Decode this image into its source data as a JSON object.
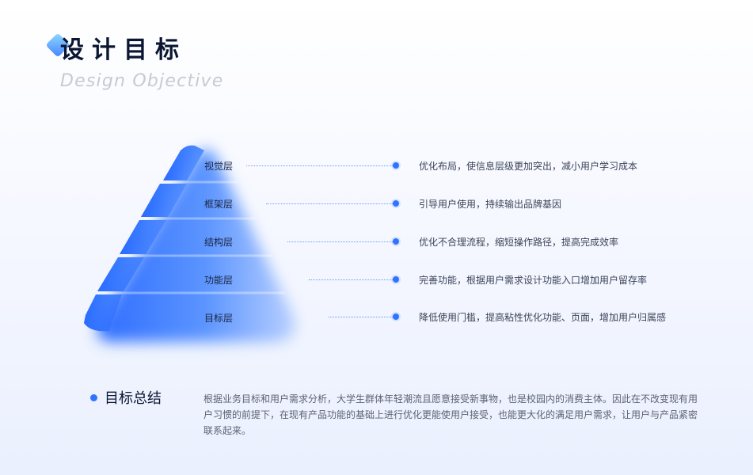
{
  "header": {
    "title": "设计目标",
    "subtitle": "Design Objective"
  },
  "colors": {
    "primary": "#2f74ff",
    "title": "#0b1633",
    "subtitle": "#c5cad3",
    "body_text": "#3b4458"
  },
  "pyramid": {
    "layers": [
      {
        "label": "视觉层",
        "description": "优化布局，使信息层级更加突出，减小用户学习成本"
      },
      {
        "label": "框架层",
        "description": "引导用户使用，持续输出品牌基因"
      },
      {
        "label": "结构层",
        "description": "优化不合理流程，缩短操作路径，提高完成效率"
      },
      {
        "label": "功能层",
        "description": "完善功能，根据用户需求设计功能入口增加用户留存率"
      },
      {
        "label": "目标层",
        "description": "降低使用门槛，提高粘性优化功能、页面，增加用户归属感"
      }
    ]
  },
  "summary": {
    "title": "目标总结",
    "text": "根据业务目标和用户需求分析，大学生群体年轻潮流且愿意接受新事物，也是校园内的消费主体。因此在不改变现有用户习惯的前提下，在现有产品功能的基础上进行优化更能使用户接受，也能更大化的满足用户需求，让用户与产品紧密联系起来。"
  }
}
